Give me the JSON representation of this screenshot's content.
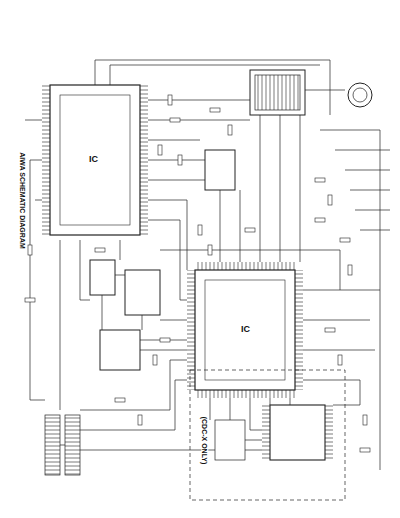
{
  "diagram": {
    "title": "AIWA SCHEMATIC DIAGRAM",
    "labels": [
      "IC",
      "IC",
      "(CDC-X ONLY)"
    ]
  }
}
